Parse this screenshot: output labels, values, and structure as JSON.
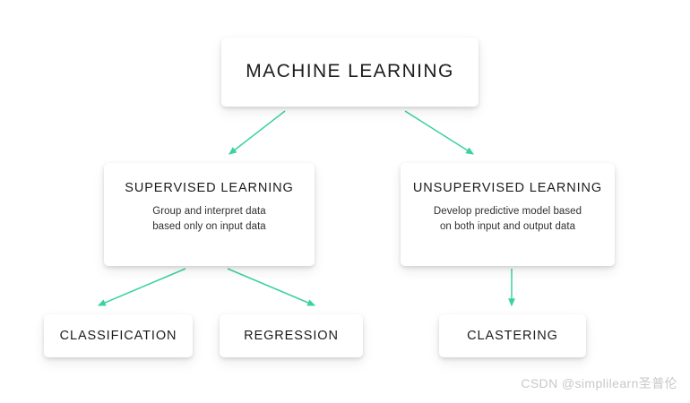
{
  "diagram": {
    "title": "MACHINE LEARNING",
    "accent_color": "#3ad29f",
    "node_background": "#ffffff",
    "canvas_background": "#ffffff",
    "title_text_color": "#1c1c1c",
    "description_text_color": "#2f2f2f",
    "root": {
      "label": "MACHINE LEARNING"
    },
    "branches": [
      {
        "label": "SUPERVISED LEARNING",
        "description_line1": "Group and interpret data",
        "description_line2": "based only on input data",
        "children": [
          {
            "label": "CLASSIFICATION"
          },
          {
            "label": "REGRESSION"
          }
        ]
      },
      {
        "label": "UNSUPERVISED LEARNING",
        "description_line1": "Develop predictive model based",
        "description_line2": "on both input and output data",
        "children": [
          {
            "label": "CLASTERING"
          }
        ]
      }
    ],
    "connectors": [
      {
        "name": "root-to-supervised",
        "from": "MACHINE LEARNING",
        "to": "SUPERVISED LEARNING",
        "style": "diagonal-arrow"
      },
      {
        "name": "root-to-unsupervised",
        "from": "MACHINE LEARNING",
        "to": "UNSUPERVISED LEARNING",
        "style": "diagonal-arrow"
      },
      {
        "name": "supervised-to-classification",
        "from": "SUPERVISED LEARNING",
        "to": "CLASSIFICATION",
        "style": "diagonal-arrow"
      },
      {
        "name": "supervised-to-regression",
        "from": "SUPERVISED LEARNING",
        "to": "REGRESSION",
        "style": "diagonal-arrow"
      },
      {
        "name": "unsupervised-to-clustering",
        "from": "UNSUPERVISED LEARNING",
        "to": "CLASTERING",
        "style": "vertical-arrow"
      }
    ]
  },
  "watermark": {
    "text": "CSDN @simplilearn圣普伦",
    "color": "#c8c8c8"
  }
}
